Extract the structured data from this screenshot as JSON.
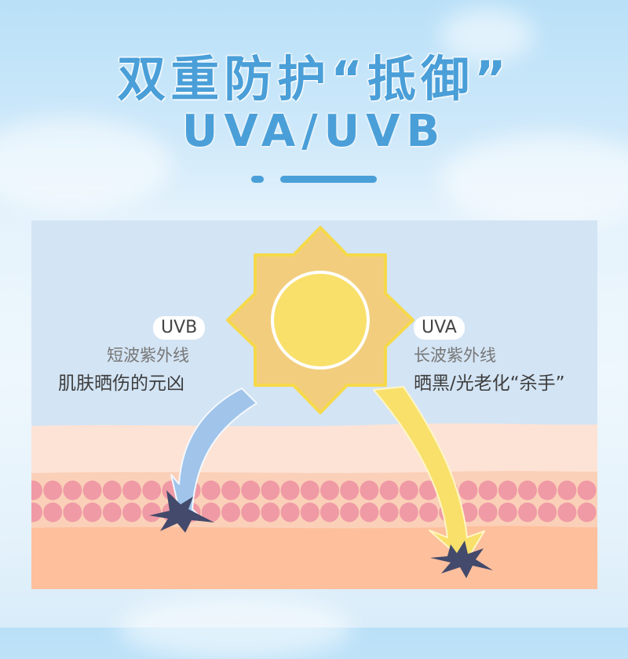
{
  "header": {
    "title_cn": "双重防护“抵御”",
    "title_en": "UVA/UVB",
    "accent_color": "#4a9fd8"
  },
  "diagram": {
    "sun": {
      "icon": "sun-icon",
      "ray_color": "#f2cd7e",
      "core_color": "#f8e06a",
      "outline_color": "#f6d94a"
    },
    "uvb": {
      "badge": "UVB",
      "subtitle": "短波紫外线",
      "description": "肌肤晒伤的元凶",
      "arrow_color": "#a0c4ea",
      "target_layer": "epidermis-cells"
    },
    "uva": {
      "badge": "UVA",
      "subtitle": "长波紫外线",
      "description": "晒黑/光老化“杀手”",
      "arrow_color": "#f8e06a",
      "target_layer": "dermis"
    },
    "layers": [
      {
        "name": "sky",
        "color": "#d3e4f4"
      },
      {
        "name": "stratum-corneum",
        "color": "#fde3d6"
      },
      {
        "name": "epidermis-cells",
        "color": "#fbd0b8",
        "cell_color": "#f09aa6"
      },
      {
        "name": "dermis",
        "color": "#fdbf9c"
      }
    ],
    "impact_color": "#434a6b"
  }
}
